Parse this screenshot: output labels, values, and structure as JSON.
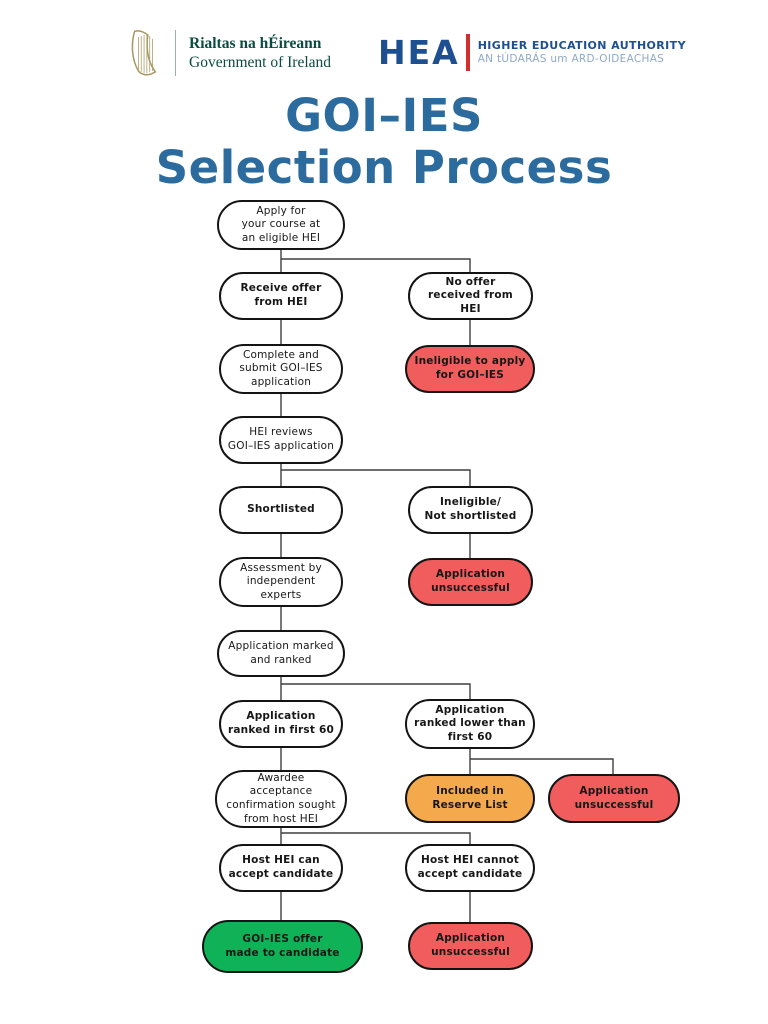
{
  "header": {
    "gov_logo": {
      "line1": "Rialtas na hÉireann",
      "line2": "Government of Ireland"
    },
    "hea_logo": {
      "acronym": "HEA",
      "line1": "HIGHER EDUCATION AUTHORITY",
      "line2": "AN tÚDARÁS um ARD-OIDEACHAS"
    }
  },
  "title": {
    "line1": "GOI–IES",
    "line2": "Selection Process"
  },
  "colors": {
    "title-blue": "#2C6B9D",
    "hea-blue": "#1D4F91",
    "hea-light-blue": "#8FA9C6",
    "hea-red": "#D22E2E",
    "gov-green": "#0B4B41",
    "harp-gold": "#A6975F",
    "node-red": "#F15D5D",
    "node-orange": "#F4A94D",
    "node-green": "#0FB257",
    "node-white": "#FFFFFF",
    "node-border": "#141414",
    "connector": "#3F3F3F"
  },
  "flow": {
    "nodes": [
      {
        "id": "apply",
        "status": "process",
        "label": "Apply for\nyour course at\nan eligible HEI"
      },
      {
        "id": "receive-offer",
        "status": "decision",
        "label": "Receive offer\nfrom HEI"
      },
      {
        "id": "no-offer",
        "status": "decision",
        "label": "No offer\nreceived from HEI"
      },
      {
        "id": "complete-submit",
        "status": "process",
        "label": "Complete and\nsubmit GOI–IES\napplication"
      },
      {
        "id": "ineligible-apply",
        "status": "fail",
        "label": "Ineligible to apply\nfor GOI–IES"
      },
      {
        "id": "hei-reviews",
        "status": "process",
        "label": "HEI reviews\nGOI–IES application"
      },
      {
        "id": "shortlisted",
        "status": "decision",
        "label": "Shortlisted"
      },
      {
        "id": "not-shortlisted",
        "status": "decision",
        "label": "Ineligible/\nNot shortlisted"
      },
      {
        "id": "assessment",
        "status": "process",
        "label": "Assessment by\nindependent\nexperts"
      },
      {
        "id": "unsuccessful-1",
        "status": "fail",
        "label": "Application\nunsuccessful"
      },
      {
        "id": "marked-ranked",
        "status": "process",
        "label": "Application marked\nand ranked"
      },
      {
        "id": "ranked-first-60",
        "status": "decision",
        "label": "Application\nranked in first 60"
      },
      {
        "id": "ranked-lower-60",
        "status": "decision",
        "label": "Application\nranked lower than\nfirst 60"
      },
      {
        "id": "awardee-confirmation",
        "status": "process",
        "label": "Awardee\nacceptance\nconfirmation sought\nfrom host HEI"
      },
      {
        "id": "reserve-list",
        "status": "reserve",
        "label": "Included in\nReserve List"
      },
      {
        "id": "unsuccessful-2",
        "status": "fail",
        "label": "Application\nunsuccessful"
      },
      {
        "id": "host-can-accept",
        "status": "decision",
        "label": "Host HEI can\naccept candidate"
      },
      {
        "id": "host-cannot-accept",
        "status": "decision",
        "label": "Host HEI cannot\naccept candidate"
      },
      {
        "id": "offer-made",
        "status": "success",
        "label": "GOI–IES offer\nmade to candidate"
      },
      {
        "id": "unsuccessful-3",
        "status": "fail",
        "label": "Application\nunsuccessful"
      }
    ]
  }
}
